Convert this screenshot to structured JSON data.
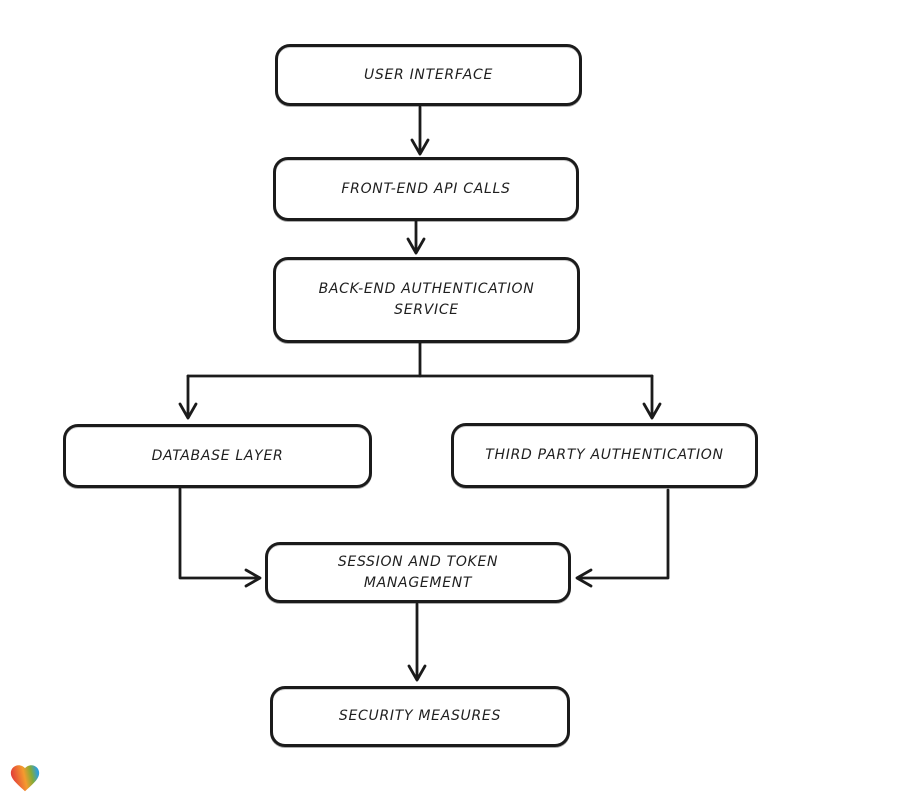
{
  "diagram": {
    "colors": {
      "stroke": "#1b1b1b",
      "background": "#ffffff"
    },
    "nodes": [
      {
        "id": "user-interface",
        "label": "USER INTERFACE"
      },
      {
        "id": "front-end-api-calls",
        "label": "FRONT-END API CALLS"
      },
      {
        "id": "back-end-authentication-service",
        "label": "BACK-END AUTHENTICATION\nSERVICE"
      },
      {
        "id": "database-layer",
        "label": "DATABASE LAYER"
      },
      {
        "id": "third-party-authentication",
        "label": "THIRD PARTY AUTHENTICATION"
      },
      {
        "id": "session-and-token-management",
        "label": "SESSION AND TOKEN\nMANAGEMENT"
      },
      {
        "id": "security-measures",
        "label": "SECURITY MEASURES"
      }
    ],
    "edges": [
      {
        "from": "user-interface",
        "to": "front-end-api-calls"
      },
      {
        "from": "front-end-api-calls",
        "to": "back-end-authentication-service"
      },
      {
        "from": "back-end-authentication-service",
        "to": "database-layer"
      },
      {
        "from": "back-end-authentication-service",
        "to": "third-party-authentication"
      },
      {
        "from": "database-layer",
        "to": "session-and-token-management"
      },
      {
        "from": "third-party-authentication",
        "to": "session-and-token-management"
      },
      {
        "from": "session-and-token-management",
        "to": "security-measures"
      }
    ]
  },
  "logo": {
    "shape": "heart",
    "gradient": [
      "#e23b3a",
      "#f59b2e",
      "#85ab35",
      "#2f9ed9"
    ]
  }
}
